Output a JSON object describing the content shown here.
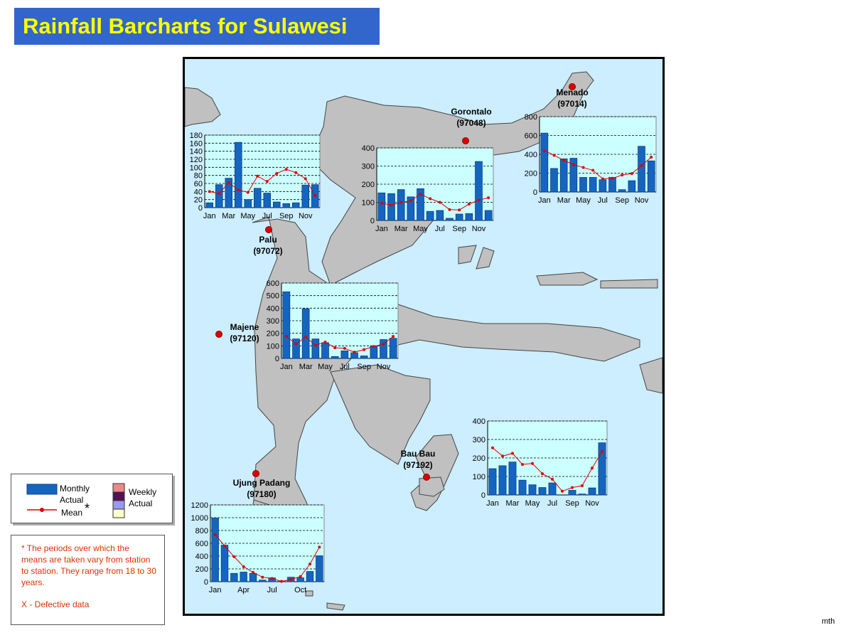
{
  "title": "Rainfall Barcharts for Sulawesi",
  "credit": "mth",
  "colors": {
    "title_bg": "#3366cc",
    "title_text": "#ffff00",
    "sea": "#cceeff",
    "land": "#c0c0c0",
    "monthly_bar": "#1565c0",
    "mean_line": "#dd0000",
    "plot_bg": "#ccffff",
    "note_text": "#e03000",
    "station_marker": "#dd0000"
  },
  "stations": [
    {
      "name": "Menado",
      "code": "(97014)"
    },
    {
      "name": "Gorontalo",
      "code": "(97048)"
    },
    {
      "name": "Palu",
      "code": "(97072)"
    },
    {
      "name": "Majene",
      "code": "(97120)"
    },
    {
      "name": "Bau Bau",
      "code": "(97192)"
    },
    {
      "name": "Ujung Padang",
      "code": "(97180)"
    }
  ],
  "legend": {
    "monthly": "Monthly",
    "actual": "Actual",
    "mean": "Mean",
    "asterisk": "*",
    "weekly": "Weekly",
    "weekly_actual": "Actual",
    "weekly_swatches": [
      "#ee8888",
      "#551155",
      "#9999ee",
      "#ffffcc"
    ]
  },
  "notes": {
    "asterisk_note": "* The periods over which the means are taken vary from station to station. They range from 18 to 30 years.",
    "defective": "X - Defective data"
  },
  "chart_data": [
    {
      "type": "bar",
      "station": "Palu",
      "categories": [
        "Jan",
        "Feb",
        "Mar",
        "Apr",
        "May",
        "Jun",
        "Jul",
        "Aug",
        "Sep",
        "Oct",
        "Nov",
        "Dec"
      ],
      "tick_labels": [
        "Jan",
        "",
        "Mar",
        "",
        "May",
        "",
        "Jul",
        "",
        "Sep",
        "",
        "Nov",
        ""
      ],
      "series": [
        {
          "name": "Monthly Actual",
          "values": [
            12,
            57,
            73,
            162,
            20,
            48,
            36,
            14,
            10,
            12,
            56,
            57
          ]
        },
        {
          "name": "Mean",
          "values": [
            40,
            35,
            62,
            44,
            38,
            78,
            65,
            85,
            95,
            87,
            72,
            30
          ]
        }
      ],
      "ylim": [
        0,
        180
      ],
      "yticks": [
        0,
        20,
        40,
        60,
        80,
        100,
        120,
        140,
        160,
        180
      ],
      "grid": true
    },
    {
      "type": "bar",
      "station": "Gorontalo",
      "categories": [
        "Jan",
        "Feb",
        "Mar",
        "Apr",
        "May",
        "Jun",
        "Jul",
        "Aug",
        "Sep",
        "Oct",
        "Nov",
        "Dec"
      ],
      "tick_labels": [
        "Jan",
        "",
        "Mar",
        "",
        "May",
        "",
        "Jul",
        "",
        "Sep",
        "",
        "Nov",
        ""
      ],
      "series": [
        {
          "name": "Monthly Actual",
          "values": [
            152,
            148,
            170,
            130,
            175,
            50,
            55,
            12,
            35,
            38,
            325,
            55
          ]
        },
        {
          "name": "Mean",
          "values": [
            95,
            85,
            100,
            108,
            145,
            120,
            100,
            60,
            58,
            90,
            112,
            125
          ]
        }
      ],
      "ylim": [
        0,
        400
      ],
      "yticks": [
        0,
        100,
        200,
        300,
        400
      ],
      "grid": true
    },
    {
      "type": "bar",
      "station": "Menado",
      "categories": [
        "Jan",
        "Feb",
        "Mar",
        "Apr",
        "May",
        "Jun",
        "Jul",
        "Aug",
        "Sep",
        "Oct",
        "Nov",
        "Dec"
      ],
      "tick_labels": [
        "Jan",
        "",
        "Mar",
        "",
        "May",
        "",
        "Jul",
        "",
        "Sep",
        "",
        "Nov",
        ""
      ],
      "series": [
        {
          "name": "Monthly Actual",
          "values": [
            625,
            250,
            352,
            358,
            155,
            155,
            130,
            155,
            25,
            120,
            485,
            330
          ]
        },
        {
          "name": "Mean",
          "values": [
            440,
            390,
            335,
            290,
            260,
            230,
            140,
            145,
            180,
            195,
            280,
            370
          ]
        }
      ],
      "ylim": [
        0,
        800
      ],
      "yticks": [
        0,
        200,
        400,
        600,
        800
      ],
      "grid": true
    },
    {
      "type": "bar",
      "station": "Majene",
      "categories": [
        "Jan",
        "Feb",
        "Mar",
        "Apr",
        "May",
        "Jun",
        "Jul",
        "Aug",
        "Sep",
        "Oct",
        "Nov",
        "Dec"
      ],
      "tick_labels": [
        "Jan",
        "",
        "Mar",
        "",
        "May",
        "",
        "Jul",
        "",
        "Sep",
        "",
        "Nov",
        ""
      ],
      "series": [
        {
          "name": "Monthly Actual",
          "values": [
            530,
            155,
            395,
            155,
            125,
            15,
            60,
            45,
            20,
            100,
            150,
            160
          ]
        },
        {
          "name": "Mean",
          "values": [
            175,
            115,
            170,
            105,
            130,
            85,
            80,
            50,
            70,
            95,
            115,
            175
          ]
        }
      ],
      "ylim": [
        0,
        600
      ],
      "yticks": [
        0,
        100,
        200,
        300,
        400,
        500,
        600
      ],
      "grid": true
    },
    {
      "type": "bar",
      "station": "Bau Bau",
      "categories": [
        "Jan",
        "Feb",
        "Mar",
        "Apr",
        "May",
        "Jun",
        "Jul",
        "Aug",
        "Sep",
        "Oct",
        "Nov",
        "Dec"
      ],
      "tick_labels": [
        "Jan",
        "",
        "Mar",
        "",
        "May",
        "",
        "Jul",
        "",
        "Sep",
        "",
        "Nov",
        ""
      ],
      "series": [
        {
          "name": "Monthly Actual",
          "values": [
            142,
            158,
            178,
            80,
            55,
            40,
            65,
            0,
            25,
            5,
            38,
            282
          ]
        },
        {
          "name": "Mean",
          "values": [
            255,
            210,
            225,
            165,
            170,
            115,
            85,
            20,
            40,
            50,
            145,
            235
          ]
        }
      ],
      "ylim": [
        0,
        400
      ],
      "yticks": [
        0,
        100,
        200,
        300,
        400
      ],
      "grid": true
    },
    {
      "type": "bar",
      "station": "Ujung Padang",
      "categories": [
        "Jan",
        "Feb",
        "Mar",
        "Apr",
        "May",
        "Jun",
        "Jul",
        "Aug",
        "Sep",
        "Oct",
        "Nov",
        "Dec"
      ],
      "tick_labels": [
        "Jan",
        "",
        "",
        "Apr",
        "",
        "",
        "Jul",
        "",
        "",
        "Oct",
        "",
        ""
      ],
      "series": [
        {
          "name": "Monthly Actual",
          "values": [
            995,
            570,
            130,
            150,
            130,
            25,
            60,
            10,
            70,
            60,
            160,
            405
          ]
        },
        {
          "name": "Mean",
          "values": [
            735,
            560,
            390,
            235,
            145,
            70,
            50,
            5,
            35,
            80,
            275,
            540
          ]
        }
      ],
      "ylim": [
        0,
        1200
      ],
      "yticks": [
        0,
        200,
        400,
        600,
        800,
        1000,
        1200
      ],
      "grid": true
    }
  ]
}
